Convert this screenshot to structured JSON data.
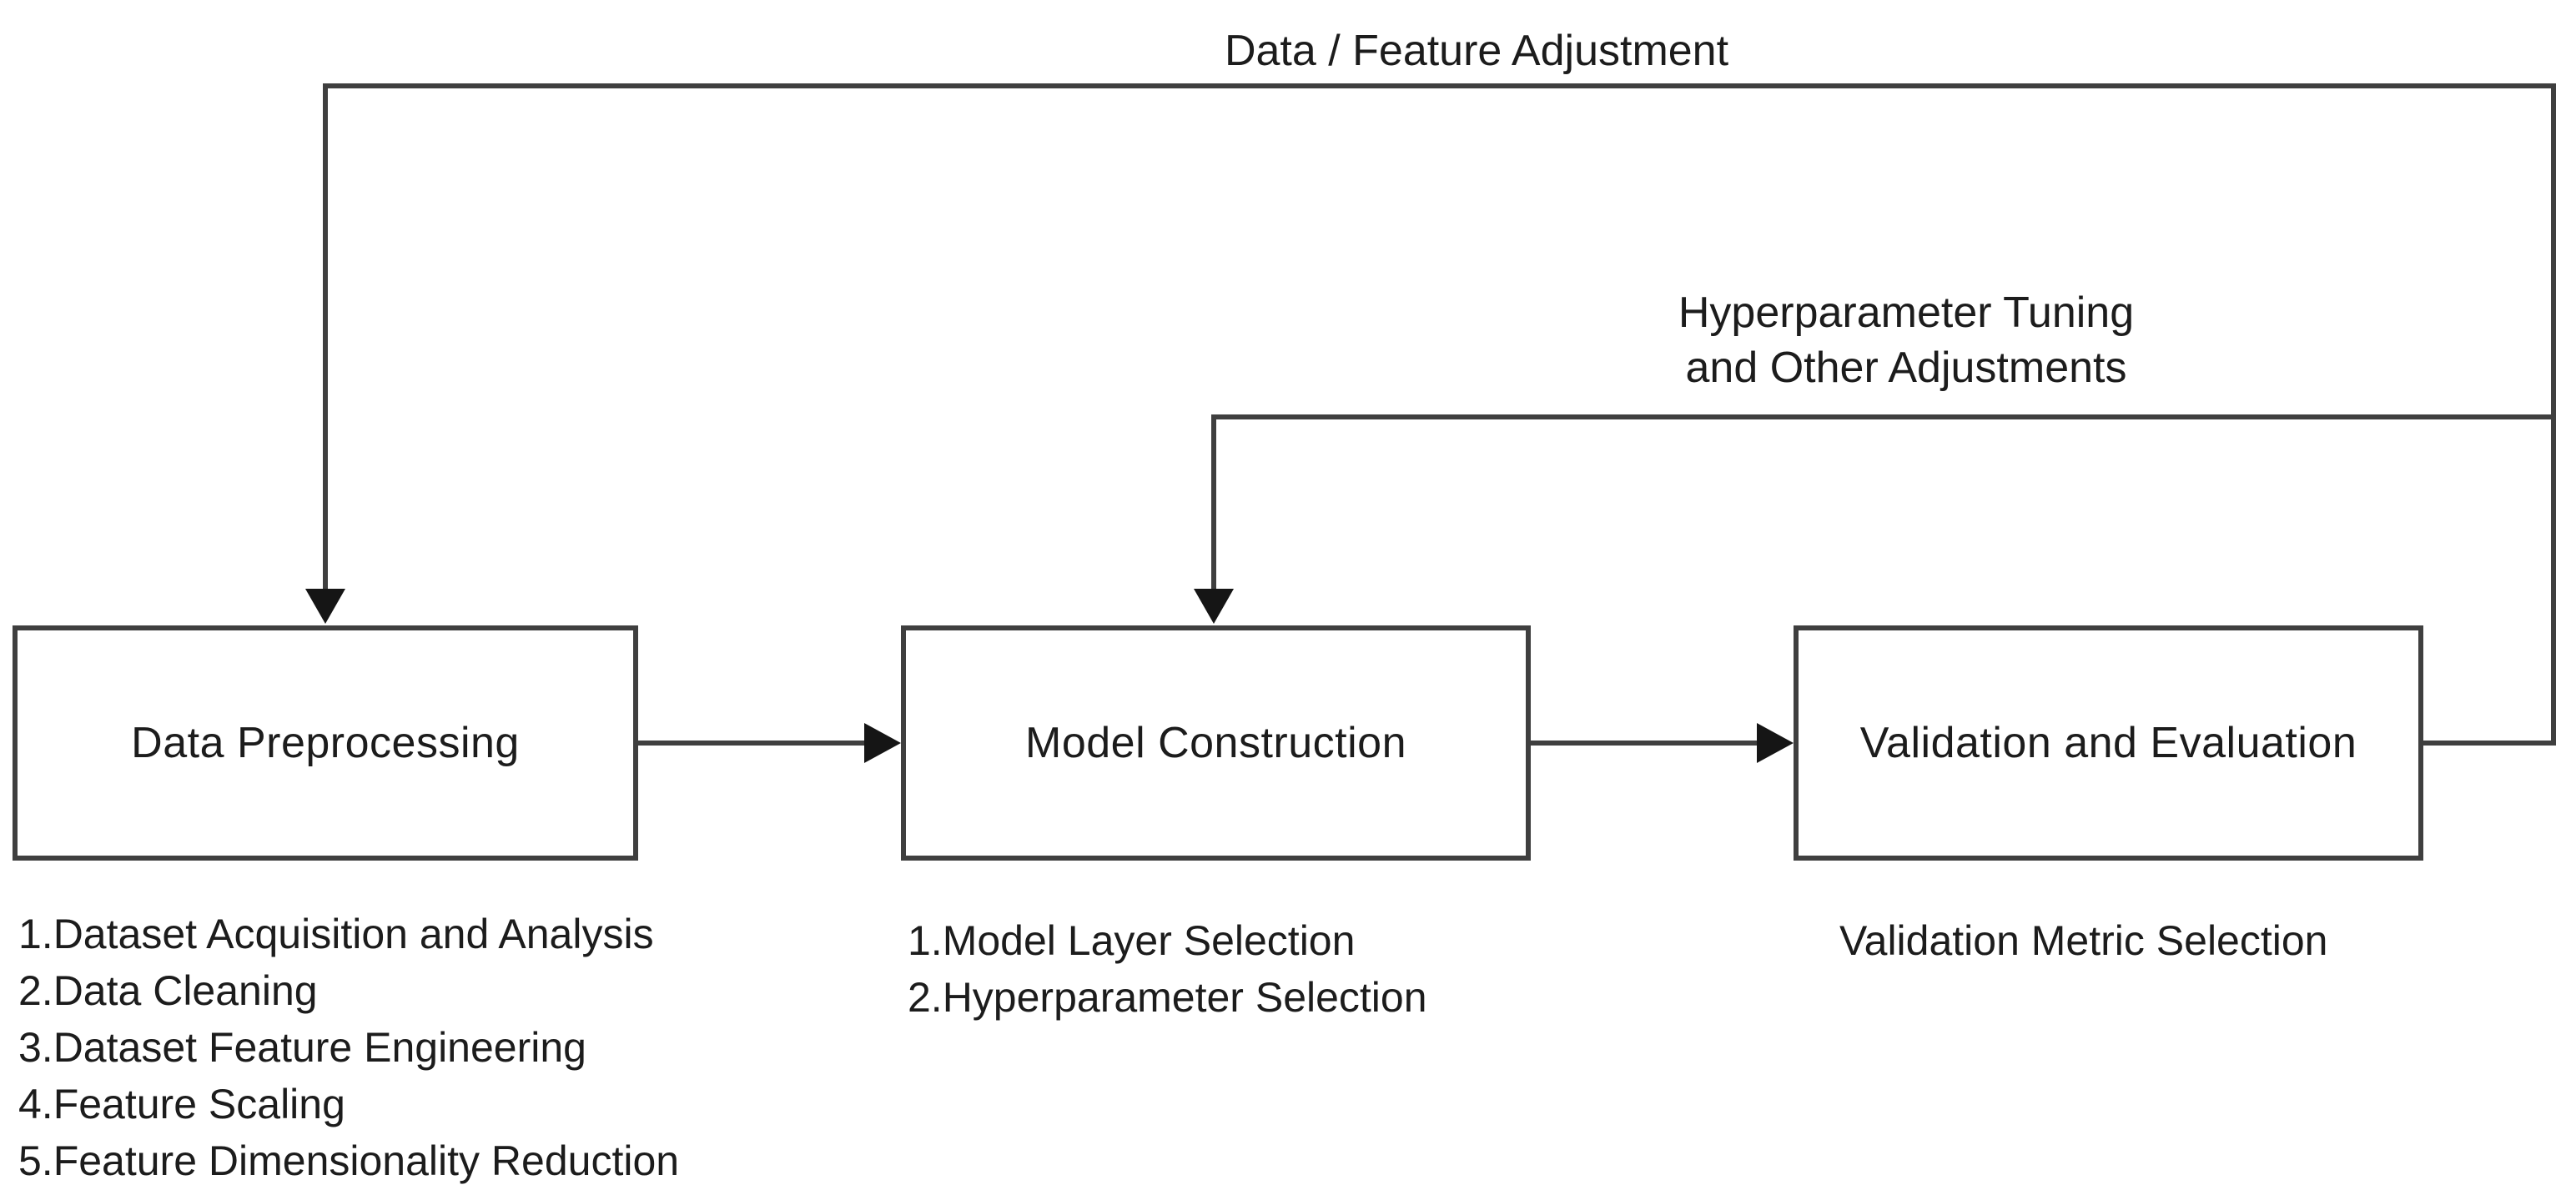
{
  "diagram": {
    "title_context": "Machine learning workflow diagram",
    "colors": {
      "background": "#ffffff",
      "line": "#3f3f3f",
      "arrowhead": "#151515",
      "text": "#1c1c1c"
    },
    "boxes": [
      {
        "label": "Data Preprocessing"
      },
      {
        "label": "Model Construction"
      },
      {
        "label": "Validation and Evaluation"
      }
    ],
    "feedback": {
      "data_feature_label": "Data / Feature Adjustment",
      "hyperparameter_label_line1": "Hyperparameter Tuning",
      "hyperparameter_label_line2": "and Other Adjustments"
    },
    "notes": {
      "preprocessing": [
        "1.Dataset Acquisition and Analysis",
        "2.Data Cleaning",
        "3.Dataset Feature Engineering",
        "4.Feature Scaling",
        "5.Feature Dimensionality Reduction"
      ],
      "model_construction": [
        "1.Model Layer Selection",
        "2.Hyperparameter Selection"
      ],
      "validation": "Validation Metric Selection"
    }
  }
}
